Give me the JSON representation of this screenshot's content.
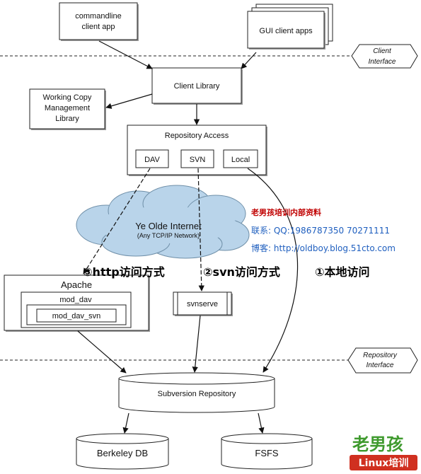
{
  "nodes": {
    "commandline_line1": "commandline",
    "commandline_line2": "client app",
    "gui": "GUI client apps",
    "client_interface_line1": "Client",
    "client_interface_line2": "Interface",
    "client_library": "Client Library",
    "working_copy_line1": "Working Copy",
    "working_copy_line2": "Management",
    "working_copy_line3": "Library",
    "repository_access": "Repository Access",
    "dav": "DAV",
    "svn": "SVN",
    "local": "Local",
    "internet_line1": "Ye Olde Internet",
    "internet_line2": "(Any TCP/IP Network)",
    "apache": "Apache",
    "mod_dav": "mod_dav",
    "mod_dav_svn": "mod_dav_svn",
    "svnserve": "svnserve",
    "repository_interface_line1": "Repository",
    "repository_interface_line2": "Interface",
    "subversion_repository": "Subversion Repository",
    "berkeley_db": "Berkeley DB",
    "fsfs": "FSFS"
  },
  "annotations": {
    "route_http": "③http访问方式",
    "route_svn": "②svn访问方式",
    "route_local": "①本地访问",
    "note_title": "老男孩培训内部资料",
    "note_contact": "联系: QQ:1986787350 70271111",
    "note_blog": "博客: http://oldboy.blog.51cto.com"
  },
  "logo": {
    "text_cn": "老男孩",
    "text_en": "Linux培训"
  },
  "colors": {
    "cloud_fill": "#b9d4ea",
    "note_red": "#c00000",
    "note_blue": "#1f5fbf",
    "logo_green": "#3f9a2e",
    "logo_red": "#d03020"
  }
}
